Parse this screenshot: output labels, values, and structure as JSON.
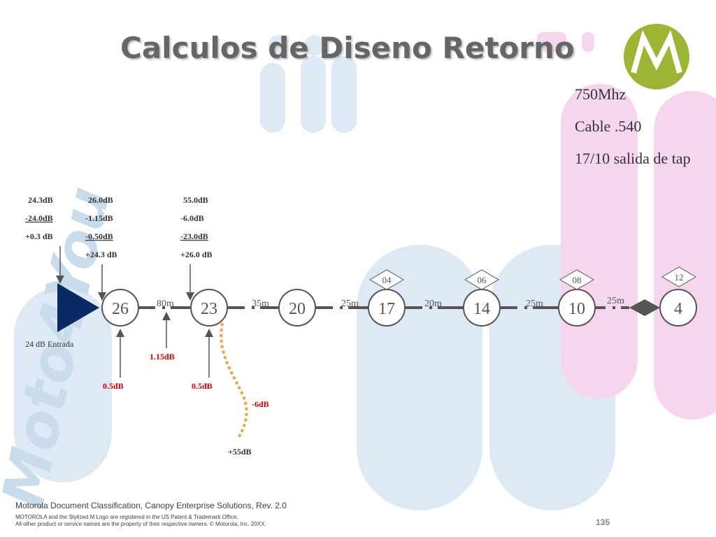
{
  "title": "Calculos de Diseno Retorno",
  "specs": [
    "750Mhz",
    "Cable .540",
    "17/10 salida de tap"
  ],
  "watermark": "Moto4You",
  "amplifier": {
    "input_label": "24 dB Entrada",
    "calc_columns": [
      [
        "24.3dB",
        "-24.0dB",
        "+0.3 dB"
      ],
      [
        "26.0dB",
        "-1.15dB",
        "-0.50dB",
        "+24.3 dB"
      ],
      [
        "55.0dB",
        "-6.0dB",
        "-23.0dB",
        "+26.0 dB"
      ]
    ]
  },
  "taps": [
    "26",
    "23",
    "20",
    "17",
    "14",
    "10",
    "4"
  ],
  "tap_badges": [
    "04",
    "06",
    "08",
    "12"
  ],
  "distances": [
    "80m",
    "35m",
    "25m",
    "20m",
    "25m",
    "25m"
  ],
  "losses": {
    "cable_loss": "1.15dB",
    "insertion_loss_1": "0.5dB",
    "insertion_loss_2": "0.5dB",
    "tap_loss": "-6dB",
    "return_level": "+55dB"
  },
  "footer": {
    "classification": "Motorola Document Classification, Canopy Enterprise Solutions, Rev. 2.0",
    "trademark_1": "MOTOROLA and the Stylized M Logo are registered in the US Patent & Trademark Office.",
    "trademark_2": "All other product or service names are the property of their respective owners. © Motorola, Inc. 20XX.",
    "page": "135"
  },
  "colors": {
    "bg_blue": "#dde9f4",
    "bg_pink": "#f6d6ee",
    "logo_green": "#9bb534",
    "amp_navy": "#0a2a66",
    "loss_red": "#cc0000",
    "orange": "#f0a040",
    "line_gray": "#555555"
  }
}
